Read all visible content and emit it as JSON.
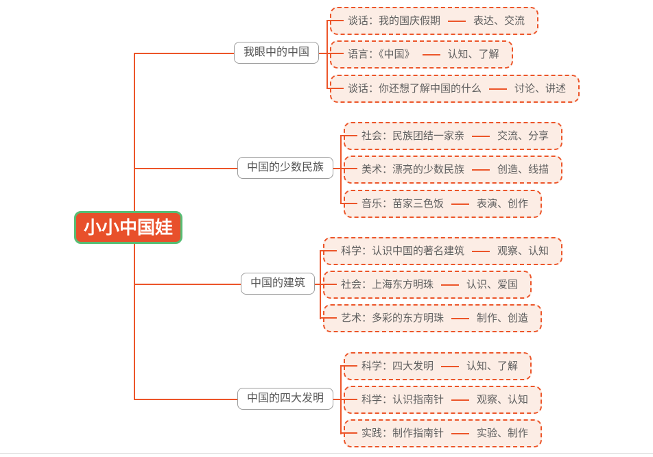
{
  "colors": {
    "accent_orange": "#ec5529",
    "root_fill": "#e8502b",
    "root_border_green": "#57bd74",
    "leaf_background": "#fcede5",
    "branch_border_gray": "#9b9b9b",
    "text_gray": "#5f5f5f"
  },
  "root": {
    "label": "小小中国娃"
  },
  "branches": [
    {
      "label": "我眼中的中国",
      "children": [
        {
          "activity": "谈话：我的国庆假期",
          "goals": "表达、交流"
        },
        {
          "activity": "语言：《中国》",
          "goals": "认知、了解"
        },
        {
          "activity": "谈话：你还想了解中国的什么",
          "goals": "讨论、讲述"
        }
      ]
    },
    {
      "label": "中国的少数民族",
      "children": [
        {
          "activity": "社会：民族团结一家亲",
          "goals": "交流、分享"
        },
        {
          "activity": "美术：漂亮的少数民族",
          "goals": "创造、线描"
        },
        {
          "activity": "音乐：苗家三色饭",
          "goals": "表演、创作"
        }
      ]
    },
    {
      "label": "中国的建筑",
      "children": [
        {
          "activity": "科学：认识中国的著名建筑",
          "goals": "观察、认知"
        },
        {
          "activity": "社会：上海东方明珠",
          "goals": "认识、爱国"
        },
        {
          "activity": "艺术：多彩的东方明珠",
          "goals": "制作、创造"
        }
      ]
    },
    {
      "label": "中国的四大发明",
      "children": [
        {
          "activity": "科学：四大发明",
          "goals": "认知、了解"
        },
        {
          "activity": "科学：认识指南针",
          "goals": "观察、认知"
        },
        {
          "activity": "实践：制作指南针",
          "goals": "实验、制作"
        }
      ]
    }
  ]
}
